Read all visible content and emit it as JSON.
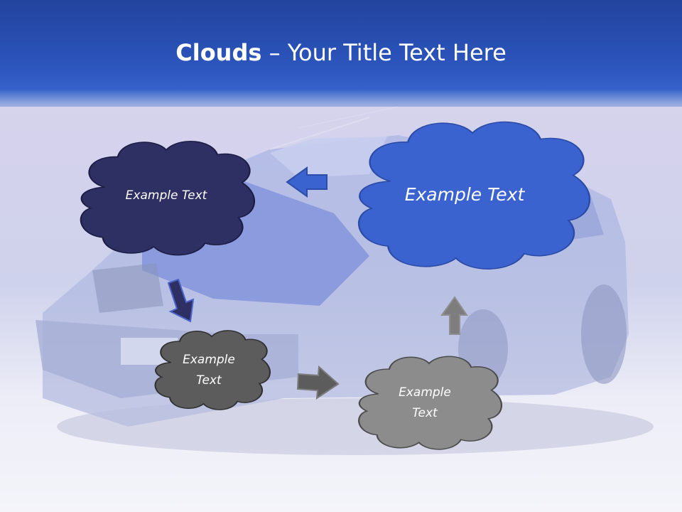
{
  "slide": {
    "title_bold": "Clouds",
    "title_separator": " – ",
    "title_rest": "Your Title Text Here"
  },
  "clouds": [
    {
      "text": "Example Text",
      "color": "#2e2f63",
      "text_color": "#ffffff"
    },
    {
      "text": "Example Text",
      "color": "#3b63cf",
      "text_color": "#ffffff"
    },
    {
      "text": "Example\nText",
      "color": "#5c5c5c",
      "text_color": "#ffffff"
    },
    {
      "text": "Example\nText",
      "color": "#8c8c8c",
      "text_color": "#ffffff"
    }
  ],
  "colors": {
    "title_bar": "#2a52b8",
    "arrow_blue": "#3b63cf",
    "arrow_navy": "#2e2f63",
    "arrow_dark_gray": "#5c5c5c",
    "arrow_gray": "#7d7d7d"
  },
  "background_image": "damaged-blue-car-photo"
}
